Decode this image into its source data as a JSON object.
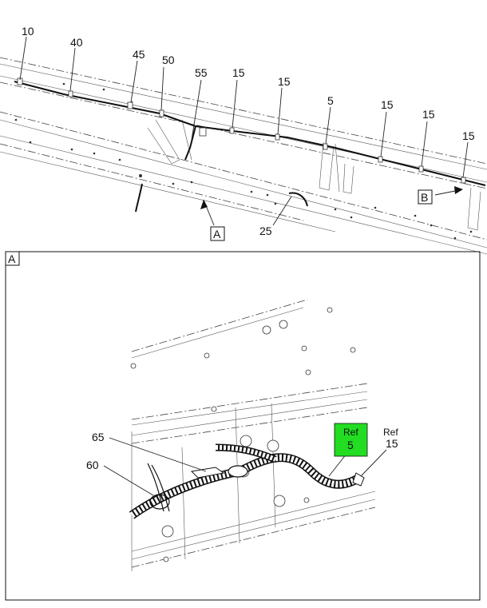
{
  "top_view": {
    "callouts": [
      "10",
      "40",
      "45",
      "50",
      "55",
      "15",
      "15",
      "5",
      "15",
      "15",
      "15",
      "25"
    ],
    "view_a_tag": "A",
    "view_b_tag": "B"
  },
  "detail_view": {
    "title_tag": "A",
    "callouts": [
      "65",
      "60"
    ],
    "ref_box": {
      "label": "Ref",
      "number": "5",
      "color": "#22dd22"
    },
    "ref_15": {
      "label": "Ref",
      "number": "15"
    }
  }
}
